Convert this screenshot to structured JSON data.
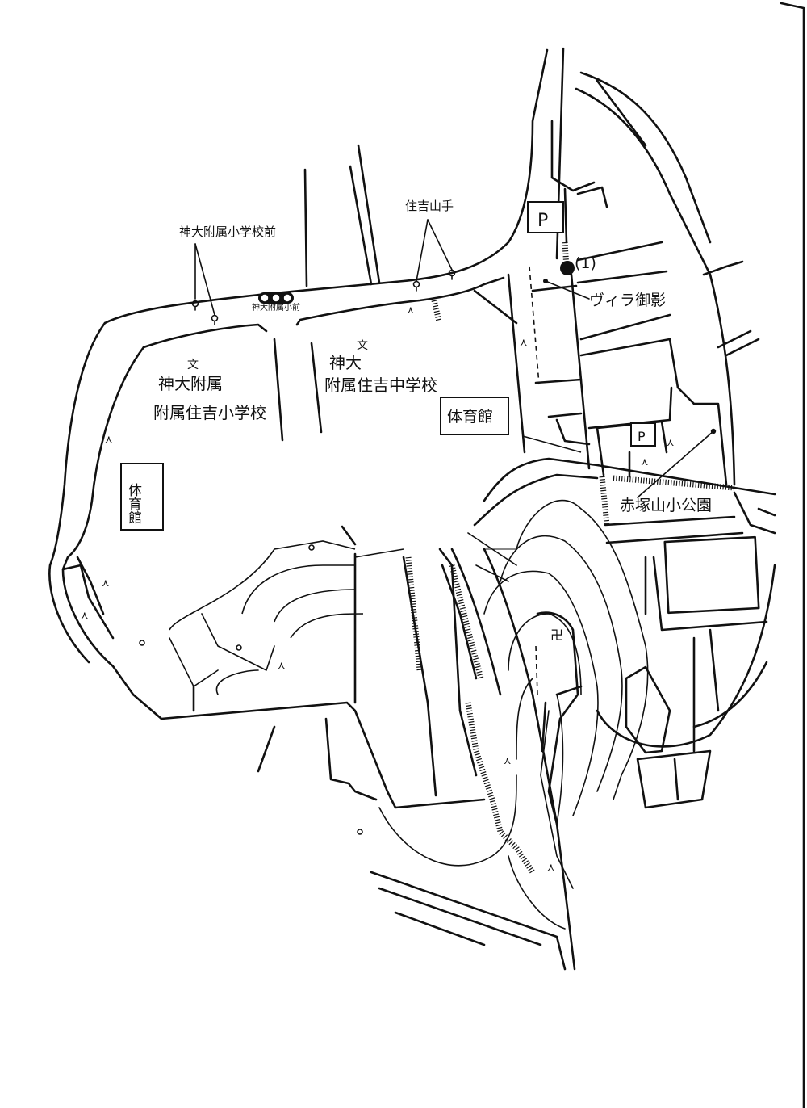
{
  "labels": {
    "bus_stop_fuzoku_shogakko_mae": "神大附属小学校前",
    "bus_stop_sumiyoshi_yamate": "住吉山手",
    "crossing_label": "神大附属小前",
    "school_elementary_symbol": "文",
    "school_elementary_line1": "神大附属",
    "school_elementary_line2": "附属住吉小学校",
    "school_junior_symbol": "文",
    "school_junior_line1": "神大",
    "school_junior_line2": "附属住吉中学校",
    "gym_right": "体育館",
    "gym_left": "体育館",
    "parking_1": "P",
    "parking_2": "P",
    "point_marker": "(1)",
    "villa_mikage": "ヴィラ御影",
    "park_name": "赤塚山小公園",
    "temple_symbol": "卍"
  },
  "colors": {
    "ink": "#111111",
    "paper": "#ffffff"
  }
}
